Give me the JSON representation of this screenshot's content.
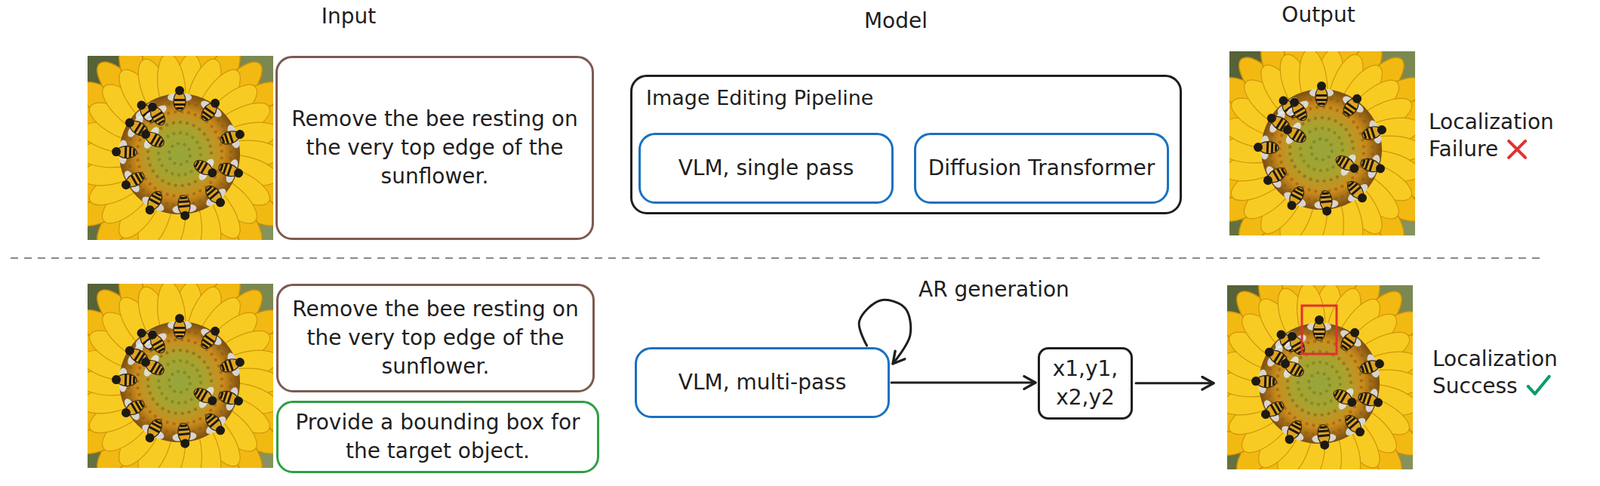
{
  "diagram": {
    "nodes": [
      {
        "text": [
          "Remove the bee resting on the very top edge of the sunflower."
        ]
      },
      {
        "text": [
          "Image Editing Pipeline"
        ]
      },
      {
        "text": [
          "VLM, single pass"
        ],
        "in": 1
      },
      {
        "text": [
          "Diffusion Transformer"
        ],
        "in": 1
      },
      {
        "text": [
          "Remove the bee resting on the very top edge of the sunflower."
        ]
      },
      {
        "text": [
          "Provide a bounding box for the target object."
        ]
      },
      {
        "text": [
          "VLM, multi-pass"
        ]
      },
      {
        "text": [
          "x1,y1, x2,y2"
        ]
      }
    ],
    "edges": [
      {
        "from": 6,
        "to": 6,
        "arrow": "to",
        "label": "AR generation"
      },
      {
        "from": 6,
        "to": 7,
        "arrow": "to"
      }
    ],
    "labels": [
      "Input",
      "Model",
      "Output",
      "Localization Failure",
      "Localization Success"
    ]
  }
}
